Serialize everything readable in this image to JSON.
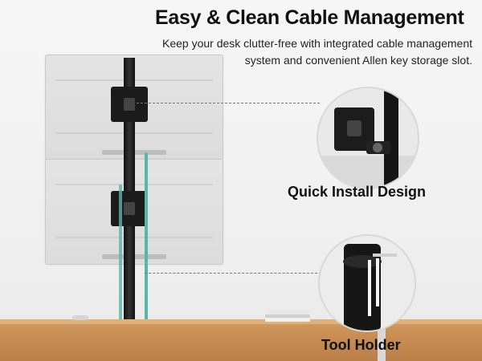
{
  "heading": "Easy & Clean Cable Management",
  "subtitle_line1": "Keep your desk clutter-free with integrated cable management",
  "subtitle_line2": "system and convenient Allen key storage slot.",
  "callouts": [
    {
      "label": "Quick Install Design"
    },
    {
      "label": "Tool Holder"
    }
  ],
  "colors": {
    "pole": "#111111",
    "cable": "#5bb6a6",
    "desk": "#c98f55"
  }
}
